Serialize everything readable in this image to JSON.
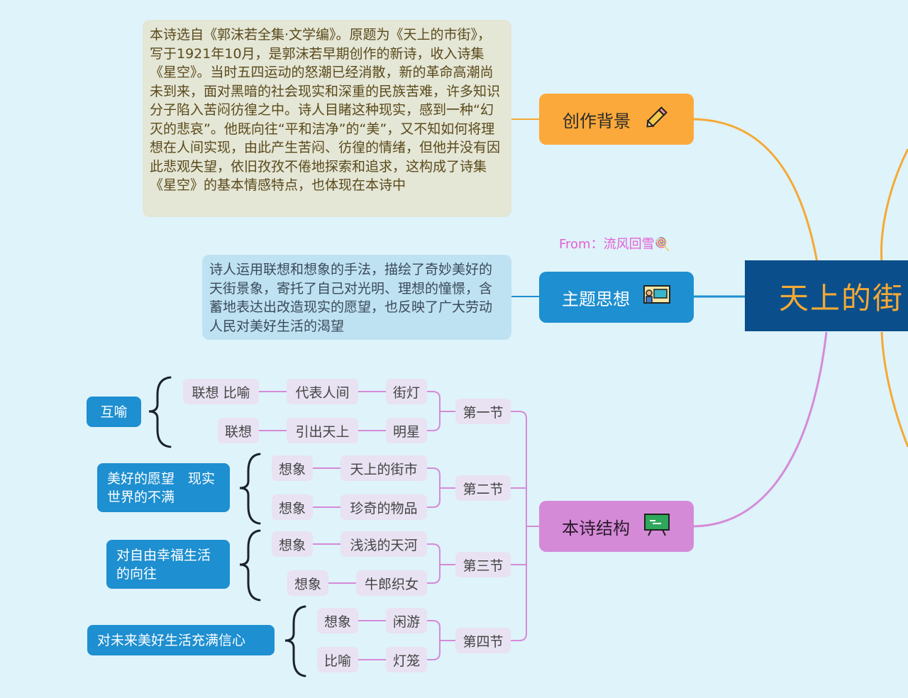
{
  "central_topic": "天上的街",
  "credit": "From：流风回雪🍭",
  "branches": {
    "background": {
      "label": "创作背景",
      "icon": "pencil-icon",
      "color": "#fba93a",
      "note": "本诗选自《郭沫若全集·文学编》。原题为《天上的市街》，写于1921年10月，是郭沫若早期创作的新诗，收入诗集《星空》。当时五四运动的怒潮已经消散，新的革命高潮尚未到来，面对黑暗的社会现实和深重的民族苦难，许多知识分子陷入苦闷彷徨之中。诗人目睹这种现实，感到一种“幻灭的悲哀”。他既向往“平和洁净”的“美”，又不知如何将理想在人间实现，由此产生苦闷、彷徨的情绪，但他并没有因此悲观失望，依旧孜孜不倦地探索和追求，这构成了诗集《星空》的基本情感特点，也体现在本诗中"
    },
    "theme": {
      "label": "主题思想",
      "icon": "presentation-board-icon",
      "color": "#1e8fd0",
      "note": "诗人运用联想和想象的手法，描绘了奇妙美好的天街景象，寄托了自己对光明、理想的憧憬，含蓄地表达出改造现实的愿望，也反映了广大劳动人民对美好生活的渴望"
    },
    "structure": {
      "label": "本诗结构",
      "icon": "chalkboard-icon",
      "color": "#d58ad8",
      "sections": [
        {
          "label": "第一节",
          "summary": "互喻",
          "rows": [
            {
              "item": "街灯",
              "mid": "代表人间",
              "method": "联想 比喻"
            },
            {
              "item": "明星",
              "mid": "引出天上",
              "method": "联想"
            }
          ]
        },
        {
          "label": "第二节",
          "summary": "美好的愿望　现实世界的不满",
          "rows": [
            {
              "item": "天上的街市",
              "method": "想象"
            },
            {
              "item": "珍奇的物品",
              "method": "想象"
            }
          ]
        },
        {
          "label": "第三节",
          "summary": "对自由幸福生活的向往",
          "rows": [
            {
              "item": "浅浅的天河",
              "method": "想象"
            },
            {
              "item": "牛郎织女",
              "method": "想象"
            }
          ]
        },
        {
          "label": "第四节",
          "summary": "对未来美好生活充满信心",
          "rows": [
            {
              "item": "闲游",
              "method": "想象"
            },
            {
              "item": "灯笼",
              "method": "比喻"
            }
          ]
        }
      ]
    }
  }
}
